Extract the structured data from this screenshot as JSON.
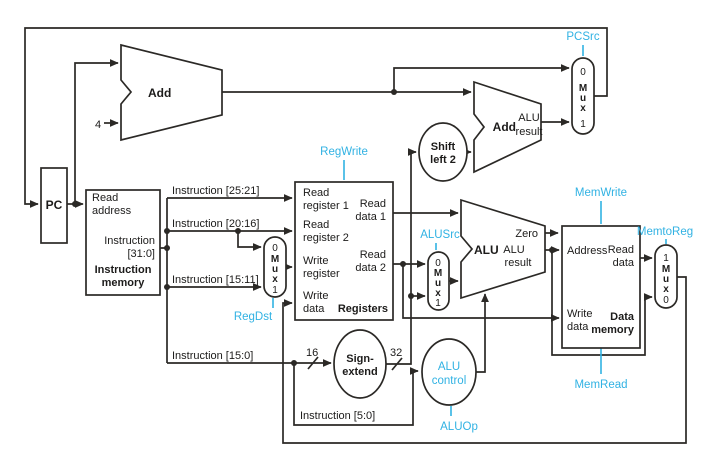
{
  "title": "MIPS single-cycle datapath with control signals",
  "colors": {
    "wire": "#2b2926",
    "signal": "#31b2e3",
    "background": "#ffffff"
  },
  "pc": {
    "label": "PC"
  },
  "imem": {
    "port": [
      "Read",
      "address"
    ],
    "out": [
      "Instruction",
      "[31:0]"
    ],
    "title": [
      "Instruction",
      "memory"
    ]
  },
  "registers": {
    "rr1": [
      "Read",
      "register 1"
    ],
    "rr2": [
      "Read",
      "register 2"
    ],
    "wr": [
      "Write",
      "register"
    ],
    "wd": [
      "Write",
      "data"
    ],
    "rd1": [
      "Read",
      "data 1"
    ],
    "rd2": [
      "Read",
      "data 2"
    ],
    "title": "Registers"
  },
  "dmem": {
    "address": "Address",
    "rd": [
      "Read",
      "data"
    ],
    "wd": [
      "Write",
      "data"
    ],
    "title": [
      "Data",
      "memory"
    ]
  },
  "add1": {
    "name": "Add"
  },
  "add2": {
    "name": "Add",
    "res": [
      "ALU",
      "result"
    ]
  },
  "alu": {
    "name": "ALU",
    "zero": "Zero",
    "res": [
      "ALU",
      "result"
    ]
  },
  "shift": [
    "Shift",
    "left 2"
  ],
  "signext": [
    "Sign-",
    "extend"
  ],
  "aluctl": [
    "ALU",
    "control"
  ],
  "sig": {
    "pcsrc": "PCSrc",
    "regwrite": "RegWrite",
    "regdst": "RegDst",
    "alusrc": "ALUSrc",
    "memwrite": "MemWrite",
    "memtoreg": "MemtoReg",
    "memread": "MemRead",
    "aluop": "ALUOp"
  },
  "mux": {
    "pcsrc": [
      "0",
      "M",
      "u",
      "x",
      "1"
    ],
    "regdst": [
      "0",
      "M",
      "u",
      "x",
      "1"
    ],
    "alusrc": [
      "0",
      "M",
      "u",
      "x",
      "1"
    ],
    "memtoreg": [
      "1",
      "M",
      "u",
      "x",
      "0"
    ]
  },
  "bus": {
    "i2521": "Instruction [25:21]",
    "i2016": "Instruction [20:16]",
    "i1511": "Instruction [15:11]",
    "i150": "Instruction [15:0]",
    "i50": "Instruction [5:0]",
    "w16": "16",
    "w32": "32",
    "c4": "4"
  }
}
